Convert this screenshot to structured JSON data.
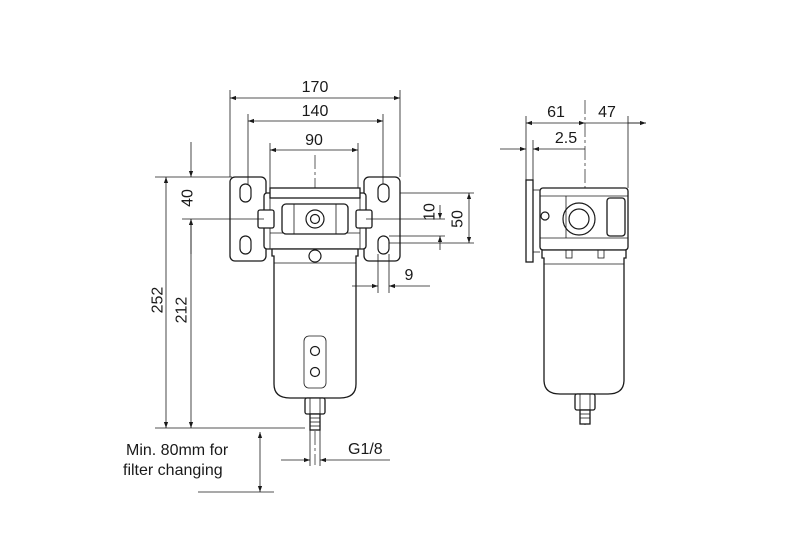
{
  "front_view": {
    "dim_170": "170",
    "dim_140": "140",
    "dim_90": "90",
    "dim_40": "40",
    "dim_10": "10",
    "dim_50": "50",
    "dim_9": "9",
    "dim_252": "252",
    "dim_212": "212",
    "thread": "G1/8",
    "note_line1": "Min. 80mm for",
    "note_line2": "filter changing"
  },
  "side_view": {
    "dim_61": "61",
    "dim_47": "47",
    "dim_2_5": "2.5"
  }
}
